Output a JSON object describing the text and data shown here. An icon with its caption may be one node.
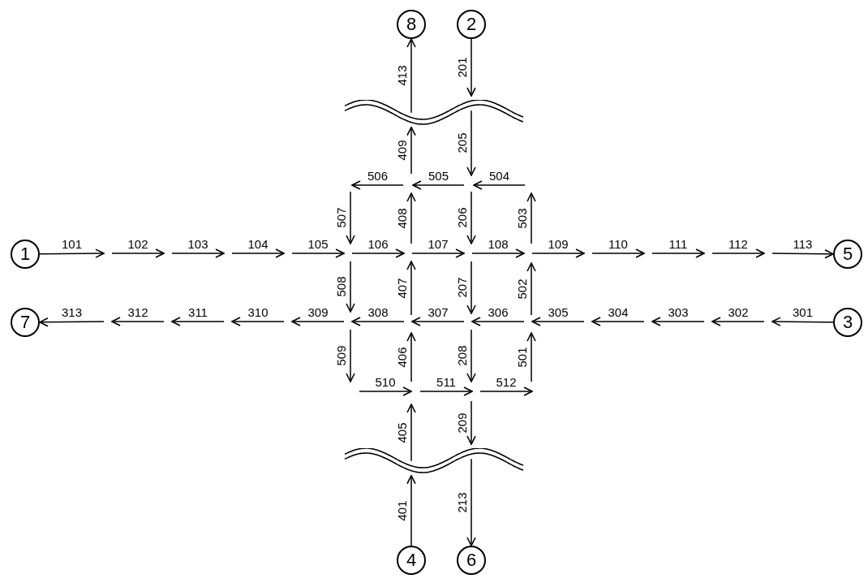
{
  "diagram": {
    "nodes": [
      {
        "text": [
          "8"
        ]
      },
      {
        "text": [
          "2"
        ]
      },
      {
        "text": [
          "1"
        ]
      },
      {
        "text": [
          "5"
        ]
      },
      {
        "text": [
          "7"
        ]
      },
      {
        "text": [
          "3"
        ]
      },
      {
        "text": [
          "4"
        ]
      },
      {
        "text": [
          "6"
        ]
      },
      {
        "text": [],
        "shape": "wave"
      },
      {
        "text": [],
        "shape": "wave"
      }
    ],
    "edges": [
      {
        "from": 8,
        "to": 0,
        "arrow": "to",
        "label": "413"
      },
      {
        "from": 1,
        "to": 8,
        "arrow": "to",
        "label": "201"
      },
      {
        "from": null,
        "to": 8,
        "arrow": "to",
        "label": "409"
      },
      {
        "from": 8,
        "to": null,
        "arrow": "to",
        "label": "205"
      },
      {
        "from": 2,
        "to": null,
        "arrow": "to",
        "label": "101"
      },
      {
        "from": null,
        "to": 3,
        "arrow": "to",
        "label": "113"
      },
      {
        "from": null,
        "to": 4,
        "arrow": "to",
        "label": "313"
      },
      {
        "from": 5,
        "to": null,
        "arrow": "to",
        "label": "301"
      },
      {
        "from": 9,
        "to": null,
        "arrow": "to",
        "label": "405"
      },
      {
        "from": null,
        "to": 9,
        "arrow": "to",
        "label": "209"
      },
      {
        "from": 6,
        "to": 9,
        "arrow": "to",
        "label": "401"
      },
      {
        "from": 9,
        "to": 7,
        "arrow": "to",
        "label": "213"
      }
    ],
    "labels": [
      "506",
      "505",
      "504",
      "507",
      "408",
      "206",
      "503",
      "102",
      "103",
      "104",
      "105",
      "106",
      "107",
      "108",
      "109",
      "110",
      "111",
      "112",
      "508",
      "407",
      "207",
      "502",
      "312",
      "311",
      "310",
      "309",
      "308",
      "307",
      "306",
      "305",
      "304",
      "303",
      "302",
      "509",
      "406",
      "208",
      "501",
      "510",
      "511",
      "512"
    ]
  }
}
